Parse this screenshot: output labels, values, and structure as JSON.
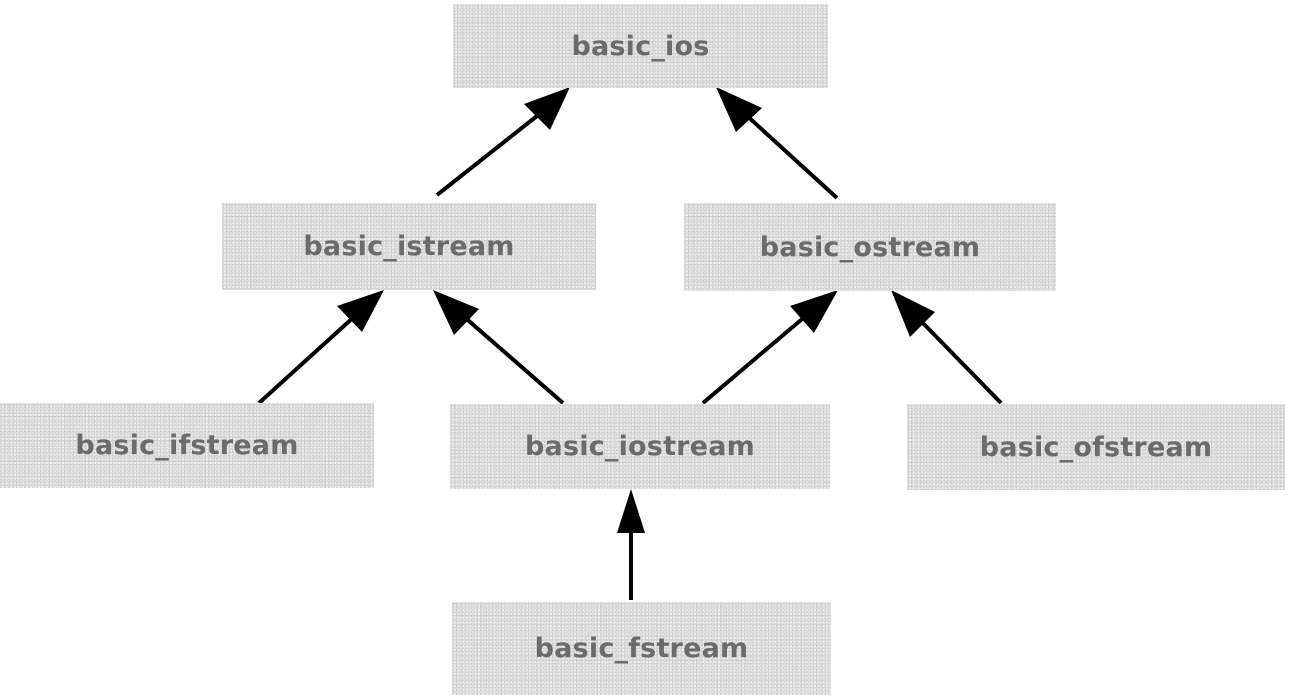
{
  "diagram": {
    "nodes": {
      "basic_ios": "basic_ios",
      "basic_istream": "basic_istream",
      "basic_ostream": "basic_ostream",
      "basic_ifstream": "basic_ifstream",
      "basic_iostream": "basic_iostream",
      "basic_ofstream": "basic_ofstream",
      "basic_fstream": "basic_fstream"
    },
    "edges": [
      {
        "from": "basic_istream",
        "to": "basic_ios"
      },
      {
        "from": "basic_ostream",
        "to": "basic_ios"
      },
      {
        "from": "basic_ifstream",
        "to": "basic_istream"
      },
      {
        "from": "basic_iostream",
        "to": "basic_istream"
      },
      {
        "from": "basic_iostream",
        "to": "basic_ostream"
      },
      {
        "from": "basic_ofstream",
        "to": "basic_ostream"
      },
      {
        "from": "basic_fstream",
        "to": "basic_iostream"
      }
    ],
    "colors": {
      "node_fill": "#e4e4e4",
      "node_text": "#6b6b6b",
      "arrow": "#000000"
    }
  }
}
